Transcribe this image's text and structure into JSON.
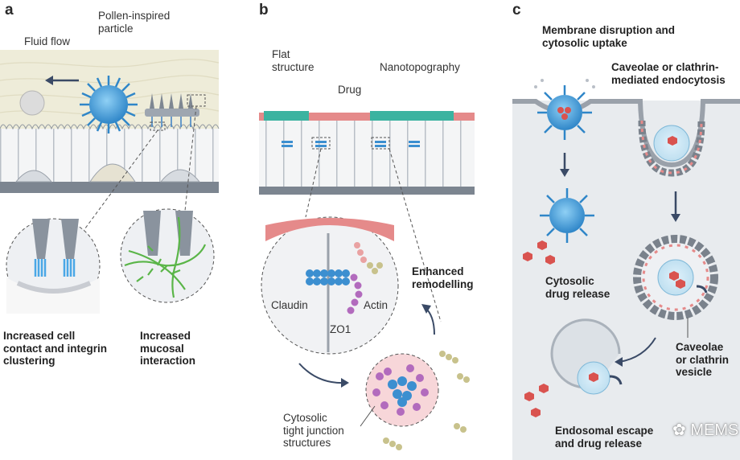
{
  "panels": {
    "a": {
      "label": "a",
      "pollen_label": "Pollen-inspired\nparticle",
      "flow_label": "Fluid flow",
      "caption_left": "Increased cell\ncontact and integrin\nclustering",
      "caption_right": "Increased\nmucosal\ninteraction"
    },
    "b": {
      "label": "b",
      "flat_label": "Flat\nstructure",
      "drug_label": "Drug",
      "nano_label": "Nanotopography",
      "claudin_label": "Claudin",
      "actin_label": "Actin",
      "zo1_label": "ZO1",
      "remodel_label": "Enhanced\nremodelling",
      "cytosolic_label": "Cytosolic\ntight junction\nstructures"
    },
    "c": {
      "label": "c",
      "membrane_label": "Membrane disruption and\ncytosolic uptake",
      "caveolae_label": "Caveolae or clathrin-\nmediated endocytosis",
      "cytosolic_release_label": "Cytosolic\ndrug release",
      "vesicle_label": "Caveolae\nor clathrin\nvesicle",
      "endosomal_label": "Endosomal escape\nand drug release"
    }
  },
  "watermark": "MEMS",
  "colors": {
    "particle_blue": "#3c96d6",
    "mucus_cream": "#eeecd9",
    "drug_pink": "#e58a8a",
    "drug_teal": "#3bb3a0",
    "cell_grey": "#cdd2d8",
    "panel_c_bg": "#e8ebee",
    "mucosal_green": "#5ab548",
    "integrin_blue": "#4aa7e6"
  }
}
